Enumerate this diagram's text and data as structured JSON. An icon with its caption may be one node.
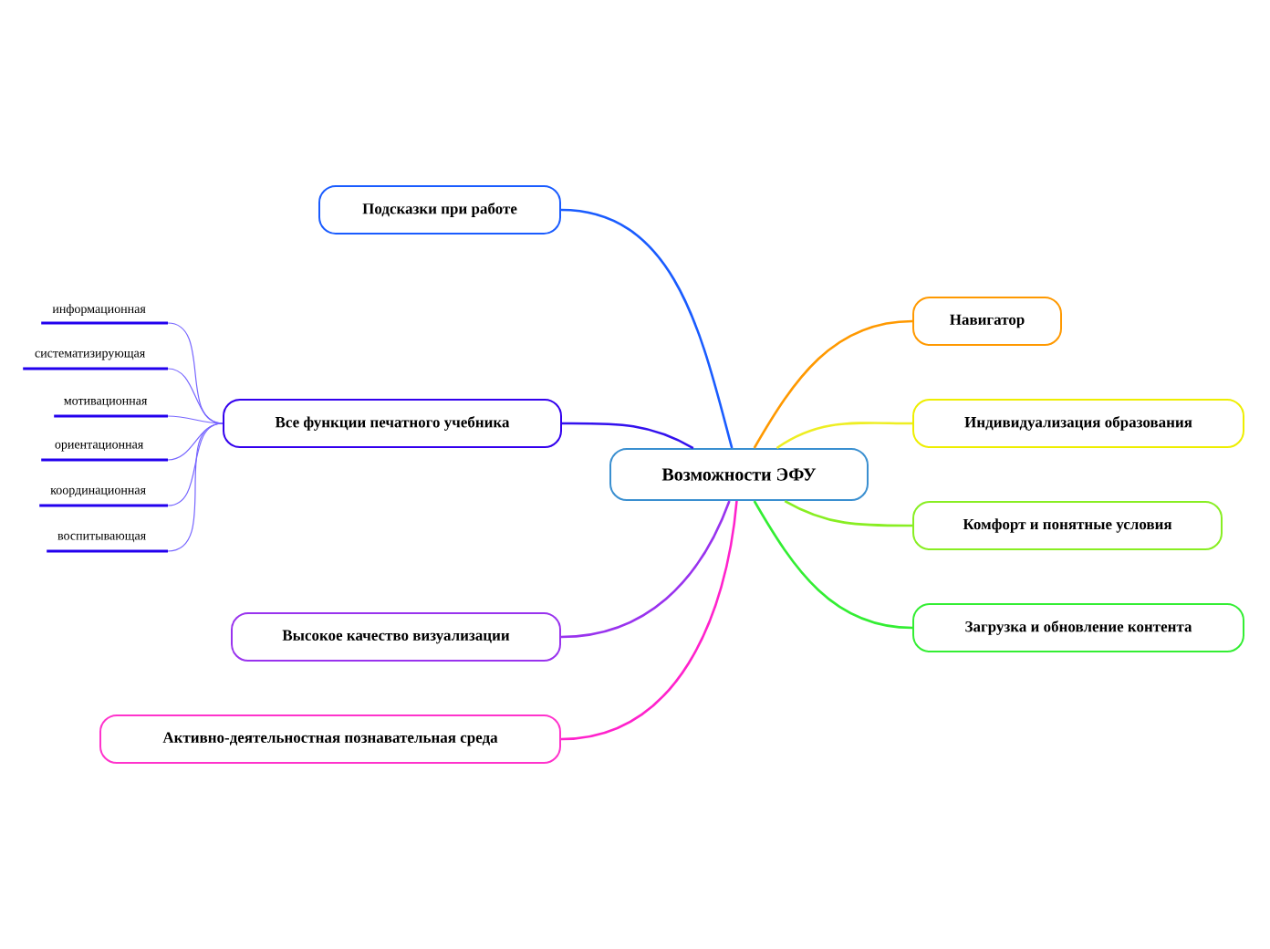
{
  "diagram": {
    "nodes": [
      {
        "text": [
          "Возможности ЭФУ"
        ]
      },
      {
        "text": [
          "Подсказки при работе"
        ]
      },
      {
        "text": [
          "Все функции печатного учебника"
        ]
      },
      {
        "text": [
          "информационная"
        ]
      },
      {
        "text": [
          "систематизирующая"
        ]
      },
      {
        "text": [
          "мотивационная"
        ]
      },
      {
        "text": [
          "ориентационная"
        ]
      },
      {
        "text": [
          "координационная"
        ]
      },
      {
        "text": [
          "воспитывающая"
        ]
      },
      {
        "text": [
          "Высокое качество визуализации"
        ]
      },
      {
        "text": [
          "Активно-деятельностная познавательная среда"
        ]
      },
      {
        "text": [
          "Навигатор"
        ]
      },
      {
        "text": [
          "Индивидуализация образования"
        ]
      },
      {
        "text": [
          "Комфорт и понятные условия"
        ]
      },
      {
        "text": [
          "Загрузка и обновление контента"
        ]
      }
    ],
    "edges": [
      {
        "from": 0,
        "to": 1,
        "arrow": "none",
        "color": "#1a5cff"
      },
      {
        "from": 0,
        "to": 2,
        "arrow": "none",
        "color": "#3311ee"
      },
      {
        "from": 2,
        "to": 3,
        "arrow": "none",
        "color": "#7766ff"
      },
      {
        "from": 2,
        "to": 4,
        "arrow": "none",
        "color": "#7766ff"
      },
      {
        "from": 2,
        "to": 5,
        "arrow": "none",
        "color": "#7766ff"
      },
      {
        "from": 2,
        "to": 6,
        "arrow": "none",
        "color": "#7766ff"
      },
      {
        "from": 2,
        "to": 7,
        "arrow": "none",
        "color": "#7766ff"
      },
      {
        "from": 2,
        "to": 8,
        "arrow": "none",
        "color": "#7766ff"
      },
      {
        "from": 0,
        "to": 9,
        "arrow": "none",
        "color": "#9933ee"
      },
      {
        "from": 0,
        "to": 10,
        "arrow": "none",
        "color": "#ff22cc"
      },
      {
        "from": 0,
        "to": 11,
        "arrow": "none",
        "color": "#ff9900"
      },
      {
        "from": 0,
        "to": 12,
        "arrow": "none",
        "color": "#eeee22"
      },
      {
        "from": 0,
        "to": 13,
        "arrow": "none",
        "color": "#88ee22"
      },
      {
        "from": 0,
        "to": 14,
        "arrow": "none",
        "color": "#33ee33"
      }
    ]
  }
}
